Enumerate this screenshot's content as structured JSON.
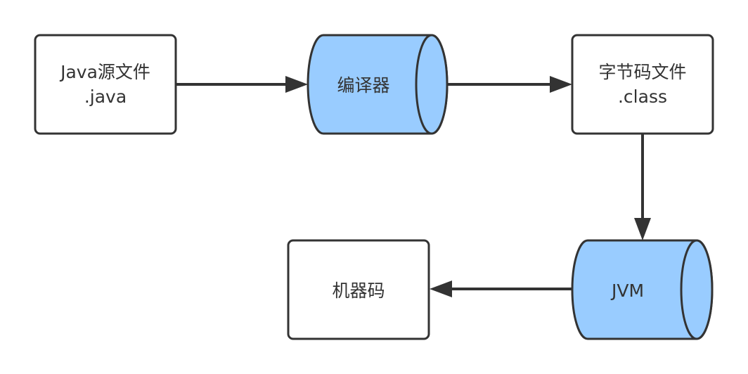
{
  "colors": {
    "stroke": "#333333",
    "box_fill": "#ffffff",
    "cylinder_fill": "#99ccff",
    "text": "#333333",
    "background": "#ffffff"
  },
  "nodes": {
    "java_source": {
      "line1": "Java源文件",
      "line2": ".java",
      "shape": "rectangle"
    },
    "compiler": {
      "label": "编译器",
      "shape": "cylinder"
    },
    "bytecode": {
      "line1": "字节码文件",
      "line2": ".class",
      "shape": "rectangle"
    },
    "jvm": {
      "label": "JVM",
      "shape": "cylinder"
    },
    "machine_code": {
      "label": "机器码",
      "shape": "rectangle"
    }
  },
  "edges": [
    {
      "from": "java_source",
      "to": "compiler"
    },
    {
      "from": "compiler",
      "to": "bytecode"
    },
    {
      "from": "bytecode",
      "to": "jvm"
    },
    {
      "from": "jvm",
      "to": "machine_code"
    }
  ]
}
